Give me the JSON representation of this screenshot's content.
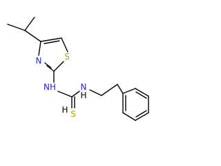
{
  "molecule": {
    "atom_labels": {
      "thiazole_nitrogen": "N",
      "thiazole_sulfur": "S",
      "amine_left": "NH",
      "amine_right": "N",
      "amine_right_hydrogen": "H",
      "thione_sulfur": "S",
      "thione_hydrogen": "H"
    },
    "colors": {
      "bond": "#000000",
      "nitrogen": "#2020ff",
      "sulfur": "#b8a000",
      "hydrogen": "#000000"
    }
  }
}
